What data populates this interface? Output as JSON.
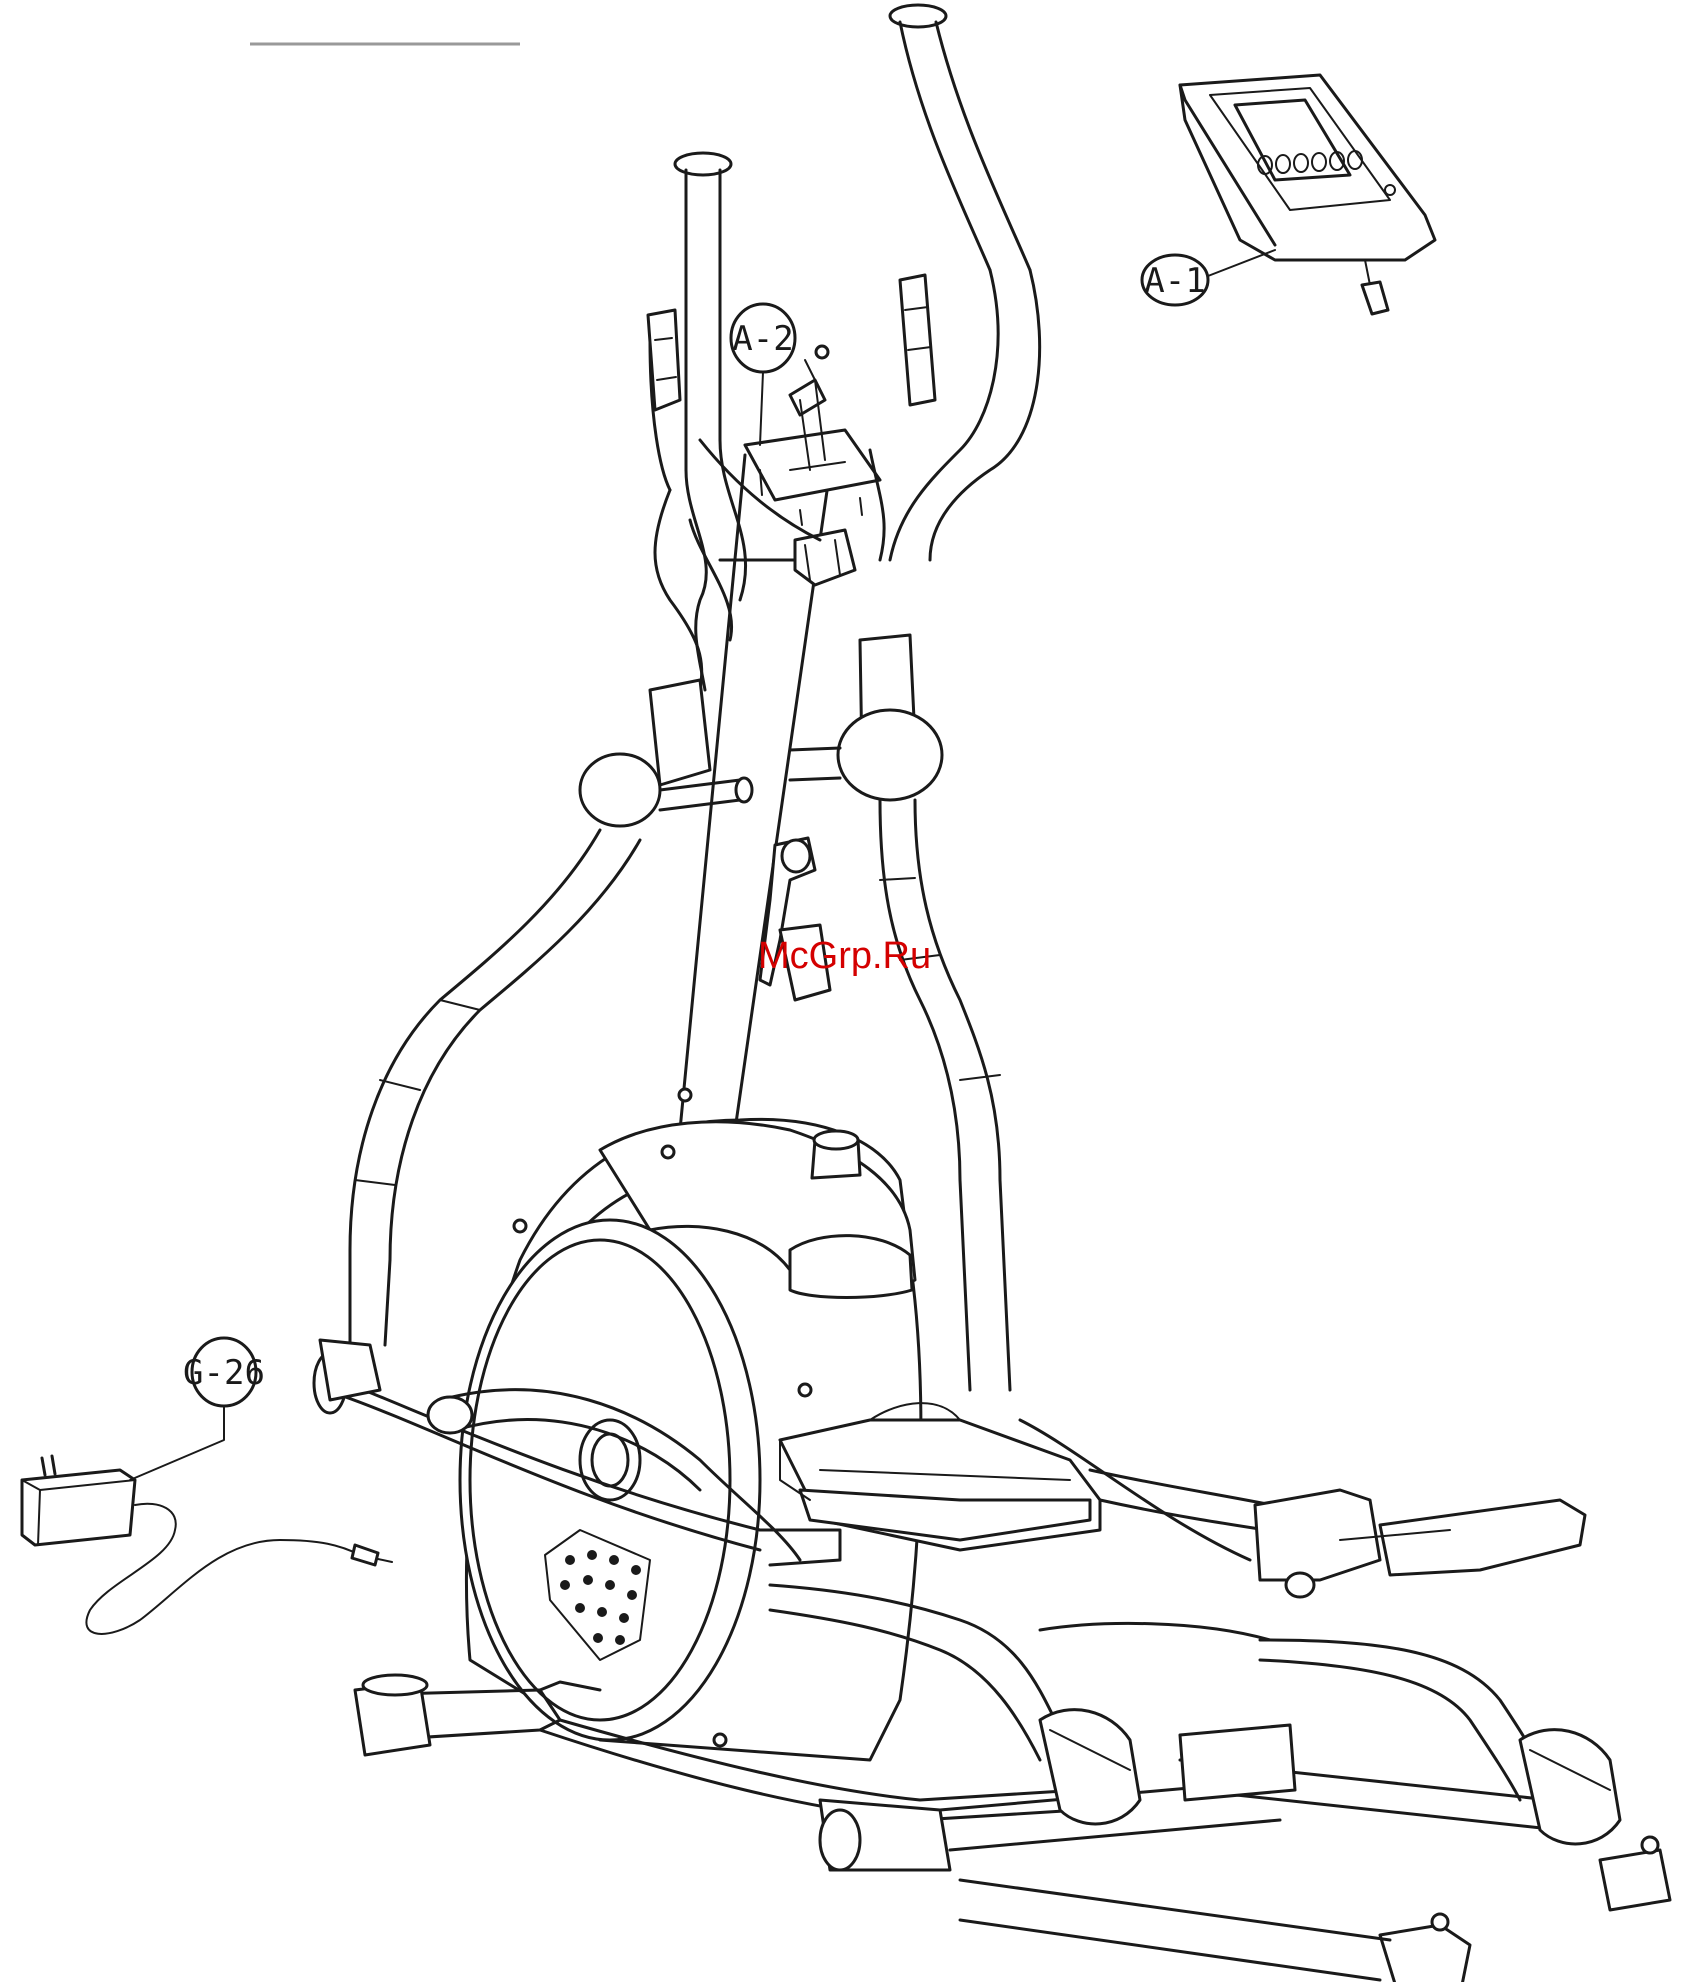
{
  "callouts": {
    "a1": "A-1",
    "a2": "A-2",
    "g26": "G-26"
  },
  "watermark": "McGrp.Ru",
  "colors": {
    "line": "#1a1a1a",
    "watermark": "#d40000",
    "background": "#ffffff"
  }
}
